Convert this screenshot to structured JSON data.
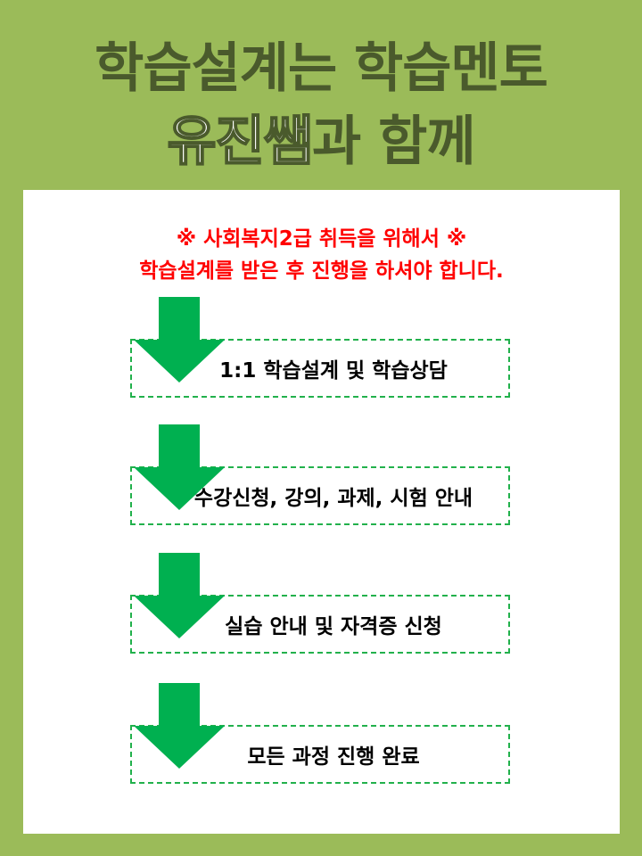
{
  "header": {
    "title_line1": "학습설계는 학습멘토",
    "title_line2_highlight": "유진쌤",
    "title_line2_rest": "과 함께"
  },
  "notice": {
    "line1": "※ 사회복지2급 취득을 위해서 ※",
    "line2": "학습설계를 받은 후 진행을 하셔야 합니다."
  },
  "steps": [
    {
      "label": "1:1 학습설계 및 학습상담"
    },
    {
      "label": "수강신청, 강의, 과제, 시험 안내"
    },
    {
      "label": "실습 안내 및 자격증 신청"
    },
    {
      "label": "모든 과정 진행 완료"
    }
  ],
  "colors": {
    "background": "#9bbb59",
    "title": "#4a5a2c",
    "notice": "#ff0000",
    "arrow": "#00b050",
    "step_border": "#22b14c"
  }
}
